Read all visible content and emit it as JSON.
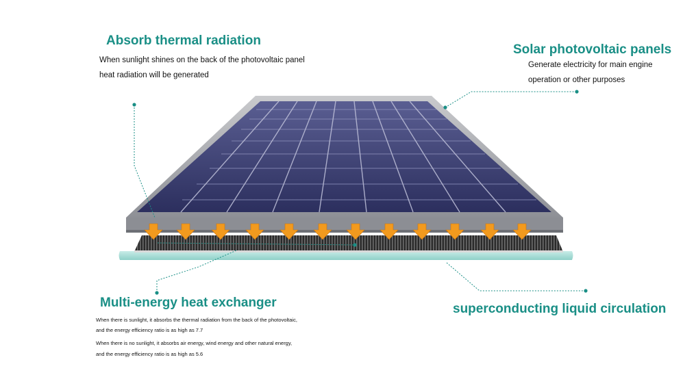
{
  "labels": {
    "absorb": {
      "title": "Absorb thermal radiation",
      "line1": "When sunlight shines on the back of the photovoltaic panel",
      "line2": "heat radiation will be generated"
    },
    "solar": {
      "title": "Solar photovoltaic panels",
      "line1": "Generate electricity for main engine",
      "line2": "operation or other purposes"
    },
    "multi": {
      "title": "Multi-energy heat exchanger",
      "line1": "When there is sunlight, it absorbs the thermal radiation from the back of the photovoltaic,",
      "line2": "and the energy efficiency ratio is as high as 7.7",
      "line3": "When there is no sunlight, it absorbs air energy, wind energy and other natural energy,",
      "line4": "and the energy efficiency ratio is as high as 5.6"
    },
    "super": {
      "title": "superconducting liquid circulation"
    }
  },
  "colors": {
    "accent": "#1a8f86",
    "panel_cell": "#3b3f74",
    "frame": "#9a9ca2",
    "arrow": "#f29a1e",
    "liquid": "#a6dcd6"
  }
}
